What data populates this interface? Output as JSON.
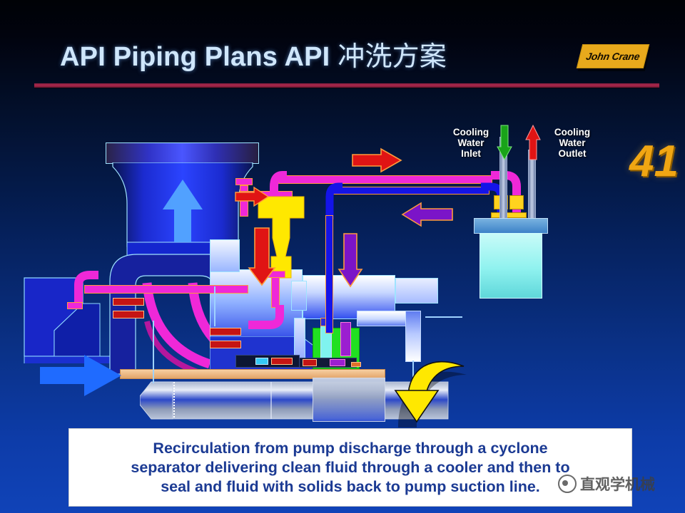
{
  "header": {
    "title_en": "API Piping Plans API ",
    "title_cn": "冲洗方案",
    "logo_text": "John Crane",
    "rule_color": "#a8274c"
  },
  "slide": {
    "page_number": "41",
    "background_top": "#000206",
    "background_bottom": "#1043b8"
  },
  "diagram": {
    "labels": {
      "cooling_water_inlet": "Cooling\nWater\nInlet",
      "cooling_water_inlet_l1": "Cooling",
      "cooling_water_inlet_l2": "Water",
      "cooling_water_inlet_l3": "Inlet",
      "cooling_water_outlet_l1": "Cooling",
      "cooling_water_outlet_l2": "Water",
      "cooling_water_outlet_l3": "Outlet"
    },
    "icon_names": [
      "green-down-arrow-icon",
      "red-up-arrow-icon",
      "red-right-arrow-icon",
      "red-down-arrow-icon",
      "purple-left-arrow-icon",
      "purple-down-arrow-icon",
      "blue-right-arrow-icon",
      "blue-up-arrow-icon",
      "yellow-curved-arrow-icon"
    ],
    "colors": {
      "flush_pipe": "#ef28d8",
      "clean_pipe": "#1414e8",
      "cyclone_separator": "#ffe800",
      "cooler_body": "#8ff2ef",
      "seal_gland": "#21e021",
      "base_plate": "#f0b97a",
      "shaft": "#b9c2d6",
      "bolt": "#c51414",
      "flange": "#ffd21e"
    }
  },
  "caption": {
    "line1": "Recirculation from pump discharge through a cyclone",
    "line2": "separator delivering clean fluid through a cooler and then to",
    "line3": "seal and fluid with solids back to pump suction line.",
    "text_color": "#1b3a93"
  },
  "watermark": {
    "text": "直观学机械"
  }
}
